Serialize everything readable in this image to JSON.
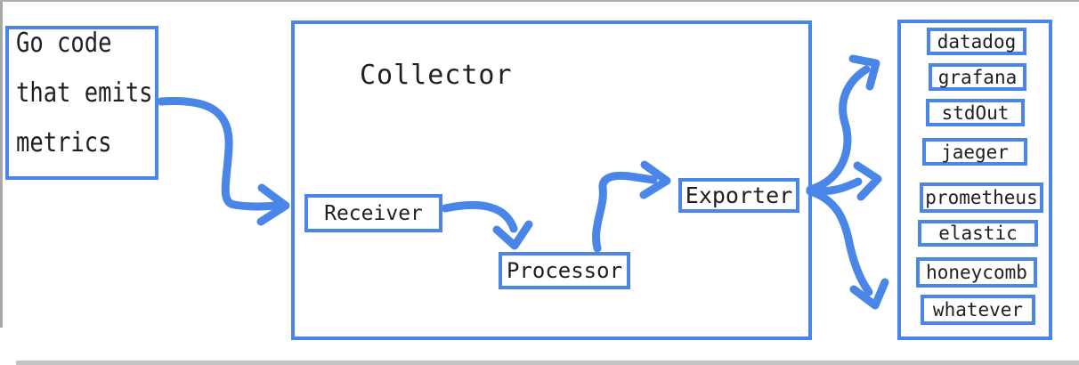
{
  "diagram": {
    "source": {
      "lines": [
        "Go code",
        "that emits",
        "metrics"
      ]
    },
    "collector": {
      "title": "Collector",
      "receiver": "Receiver",
      "processor": "Processor",
      "exporter": "Exporter"
    },
    "destinations": [
      "datadog",
      "grafana",
      "stdOut",
      "jaeger",
      "prometheus",
      "elastic",
      "honeycomb",
      "whatever"
    ],
    "colors": {
      "accent_blue": "#4a86e8",
      "text": "#1f1f1f",
      "frame_gray": "#b0b0b0",
      "background": "#ffffff"
    }
  }
}
